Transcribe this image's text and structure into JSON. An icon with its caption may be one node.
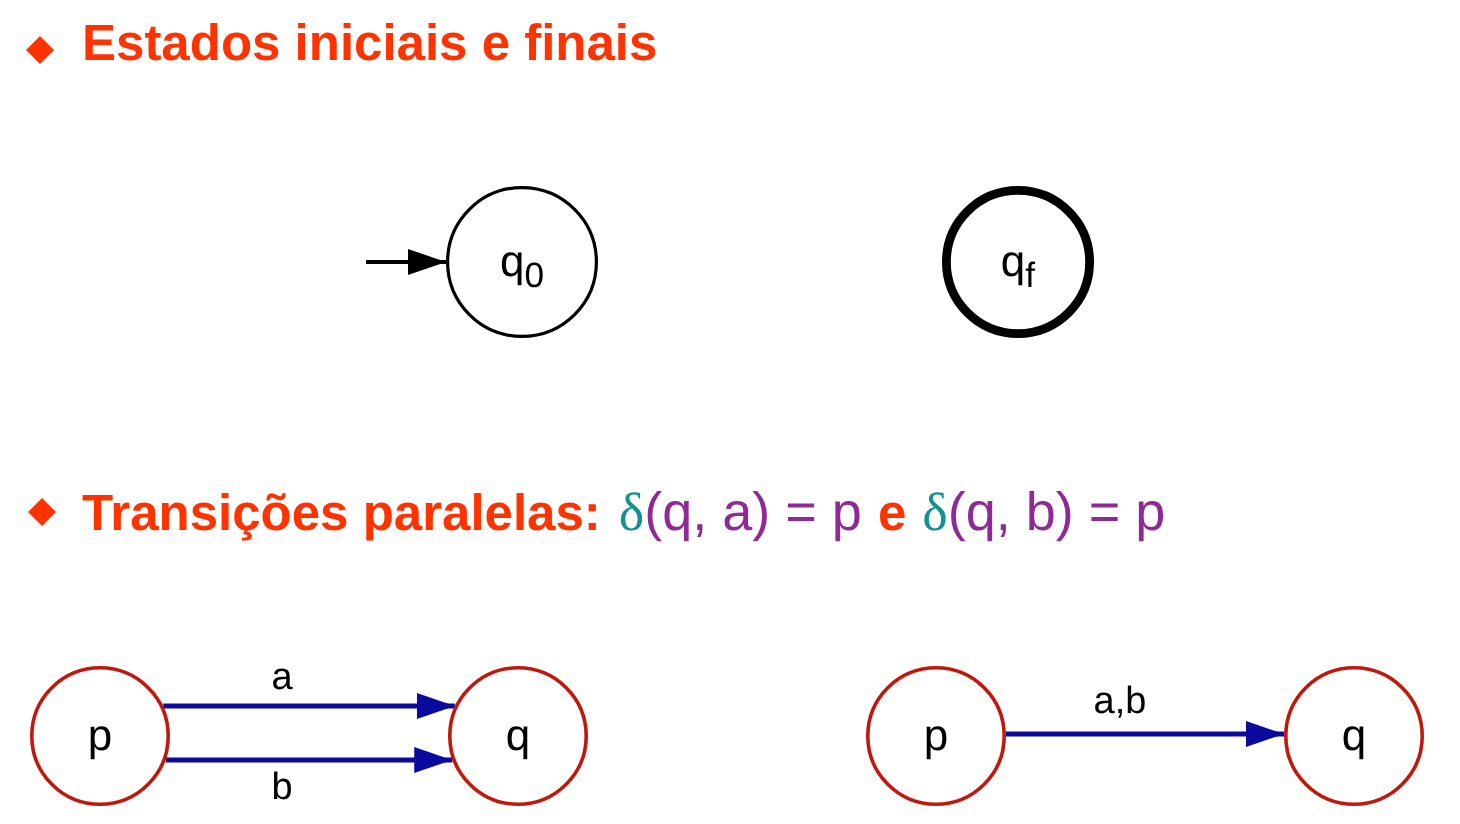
{
  "diagram": {
    "nodes": [
      {
        "text": [
          "q$_{0}$"
        ]
      },
      {
        "text": [
          "q$_{f}$"
        ]
      },
      {
        "text": [
          "p"
        ]
      },
      {
        "text": [
          "q"
        ]
      },
      {
        "text": [
          "p"
        ]
      },
      {
        "text": [
          "q"
        ]
      }
    ],
    "edges": [
      {
        "from": null,
        "to": 0,
        "arrow": "to",
        "color": "#000000"
      },
      {
        "from": 2,
        "to": 3,
        "arrow": "to",
        "label": "a"
      },
      {
        "from": 2,
        "to": 3,
        "arrow": "to",
        "label": "b"
      },
      {
        "from": 4,
        "to": 5,
        "arrow": "to",
        "label": "a,b"
      }
    ],
    "labels": [
      "Estados iniciais e finais",
      "Transições paralelas:",
      "δ(q, a) = p",
      "e",
      "δ(q, b) = p"
    ]
  }
}
